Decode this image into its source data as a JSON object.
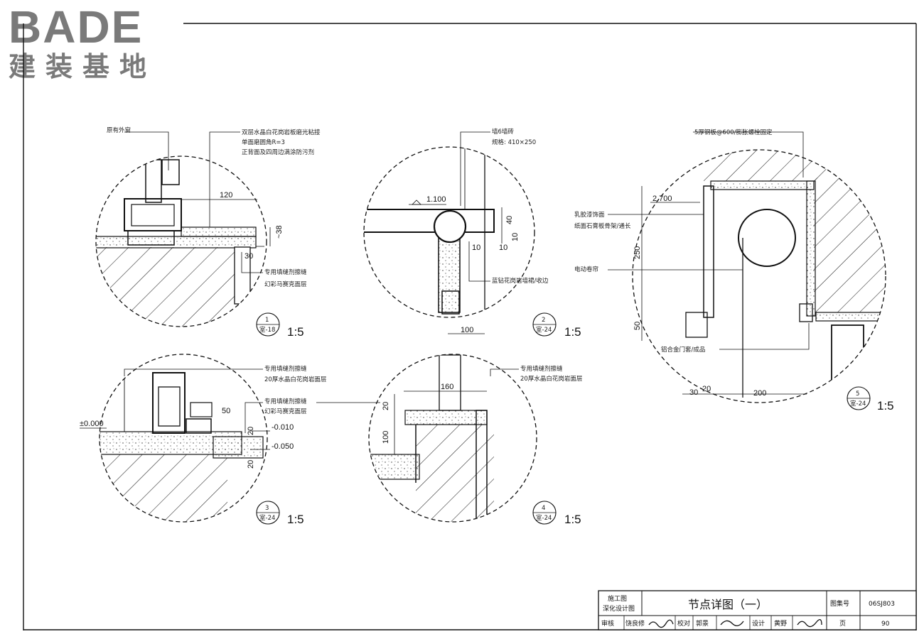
{
  "logo": {
    "brand": "BADE",
    "subtitle": "建装基地"
  },
  "details": [
    {
      "id": "1",
      "sheet_ref": "室-18",
      "scale": "1:5",
      "labels": [
        "原有外窗",
        "双层水晶白花岗岩板磨光粘接",
        "单面磨圆角R=3",
        "正背面及四周边满涂防污剂",
        "专用填缝剂擦缝",
        "幻彩马赛克面层"
      ],
      "dims": [
        "120",
        "~38",
        "30"
      ]
    },
    {
      "id": "2",
      "sheet_ref": "室-24",
      "scale": "1:5",
      "labels": [
        "墙6墙砖",
        "规格: 410×250",
        "蓝钻花岗岩墙裙/收边"
      ],
      "dims": [
        "1.100",
        "40",
        "10",
        "10",
        "10",
        "100"
      ]
    },
    {
      "id": "3",
      "sheet_ref": "室-24",
      "scale": "1:5",
      "labels": [
        "专用填缝剂擦缝",
        "20厚水晶白花岗岩面层",
        "专用填缝剂擦缝",
        "幻彩马赛克面层"
      ],
      "dims": [
        "±0.000",
        "50",
        "20",
        "-0.010",
        "-0.050",
        "20"
      ]
    },
    {
      "id": "4",
      "sheet_ref": "室-24",
      "scale": "1:5",
      "labels": [
        "专用填缝剂擦缝",
        "20厚水晶白花岗岩面层"
      ],
      "dims": [
        "160",
        "20",
        "100"
      ]
    },
    {
      "id": "5",
      "sheet_ref": "室-24",
      "scale": "1:5",
      "labels": [
        "5厚钢板@600/膨胀螺栓固定",
        "乳胶漆饰面",
        "纸面石膏板骨架/通长",
        "电动卷帘",
        "铝合金门套/成品"
      ],
      "dims": [
        "2.700",
        "250",
        "50",
        "30",
        "20",
        "200"
      ]
    }
  ],
  "title_block": {
    "stage_line1": "施工图",
    "stage_line2": "深化设计图",
    "title": "节点详图（一）",
    "atlas_label": "图集号",
    "atlas_no": "06SJ803",
    "review_label": "审核",
    "review_name": "饶良修",
    "check_label": "校对",
    "check_name": "郭景",
    "design_label": "设计",
    "design_name": "黄野",
    "page_label": "页",
    "page_no": "90"
  }
}
